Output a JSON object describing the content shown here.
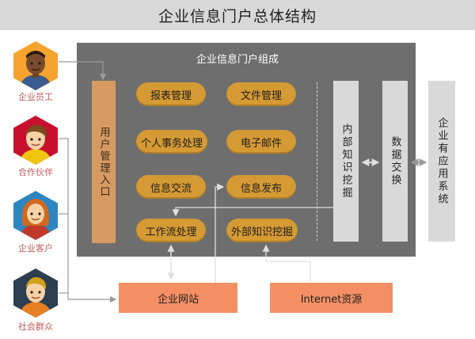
{
  "title": "企业信息门户总体结构",
  "portal": {
    "title": "企业信息门户组成",
    "user_entry": "用户管理入口",
    "modules": [
      "报表管理",
      "文件管理",
      "个人事务处理",
      "电子邮件",
      "信息交流",
      "信息发布",
      "工作流处理",
      "外部知识挖掘"
    ],
    "knowledge_mining": "内部知识挖掘",
    "data_exchange": "数据交换"
  },
  "external_apps": "企业有应用系统",
  "bottom": {
    "website": "企业网站",
    "internet": "Internet资源"
  },
  "users": [
    "企业员工",
    "合作伙伴",
    "企业客户",
    "社会群众"
  ],
  "colors": {
    "panel": "#6e6e6e",
    "pill": "#d59a33",
    "user_entry": "#d79a62",
    "bottom_box": "#f48f63",
    "gray_box": "#d9d9d9",
    "user_label": "#c55a5a"
  }
}
